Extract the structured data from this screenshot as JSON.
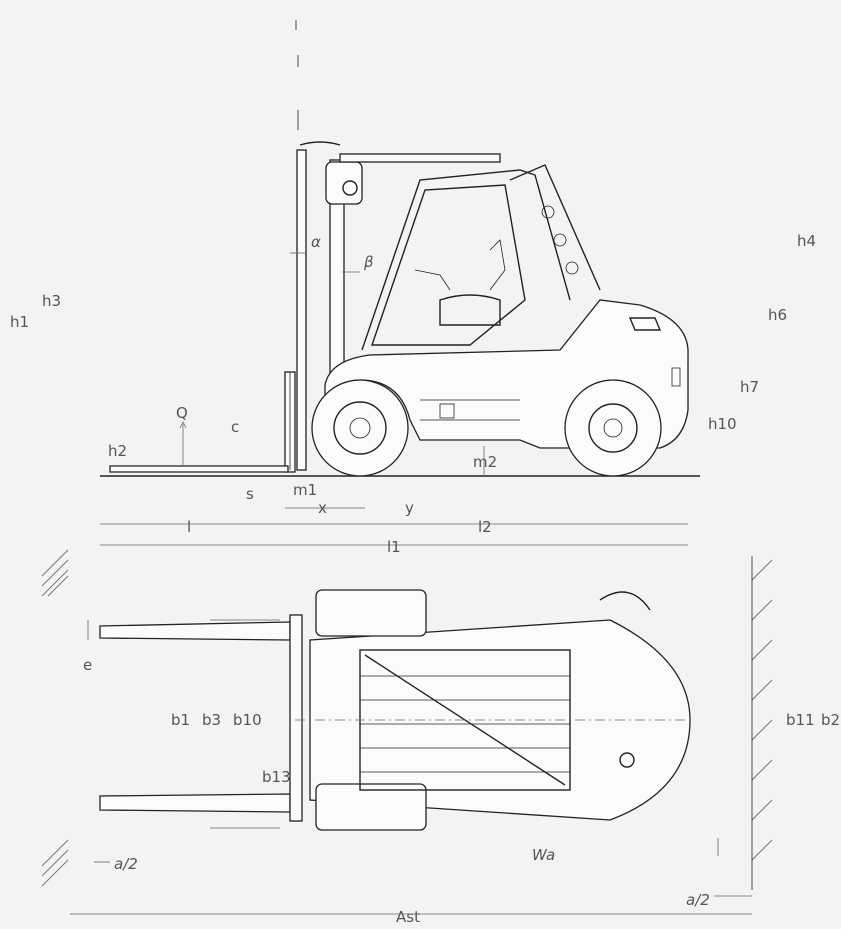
{
  "side_view": {
    "labels": {
      "h1": "h1",
      "h3": "h3",
      "h4": "h4",
      "h6": "h6",
      "h7": "h7",
      "h10": "h10",
      "h2": "h2",
      "Q": "Q",
      "c": "c",
      "alpha": "α",
      "beta": "β",
      "m2": "m2",
      "m1": "m1",
      "s": "s",
      "x": "x",
      "y": "y",
      "l": "l",
      "l2": "l2",
      "l1": "l1"
    }
  },
  "top_view": {
    "labels": {
      "e": "e",
      "b1": "b1",
      "b3": "b3",
      "b10": "b10",
      "b13": "b13",
      "b11": "b11",
      "b2": "b2",
      "a_half_left": "a/2",
      "a_half_right": "a/2",
      "Wa": "Wa",
      "Ast": "Ast"
    }
  },
  "colors": {
    "background": "#f3f3f3",
    "line": "#222222",
    "label": "#555555"
  }
}
